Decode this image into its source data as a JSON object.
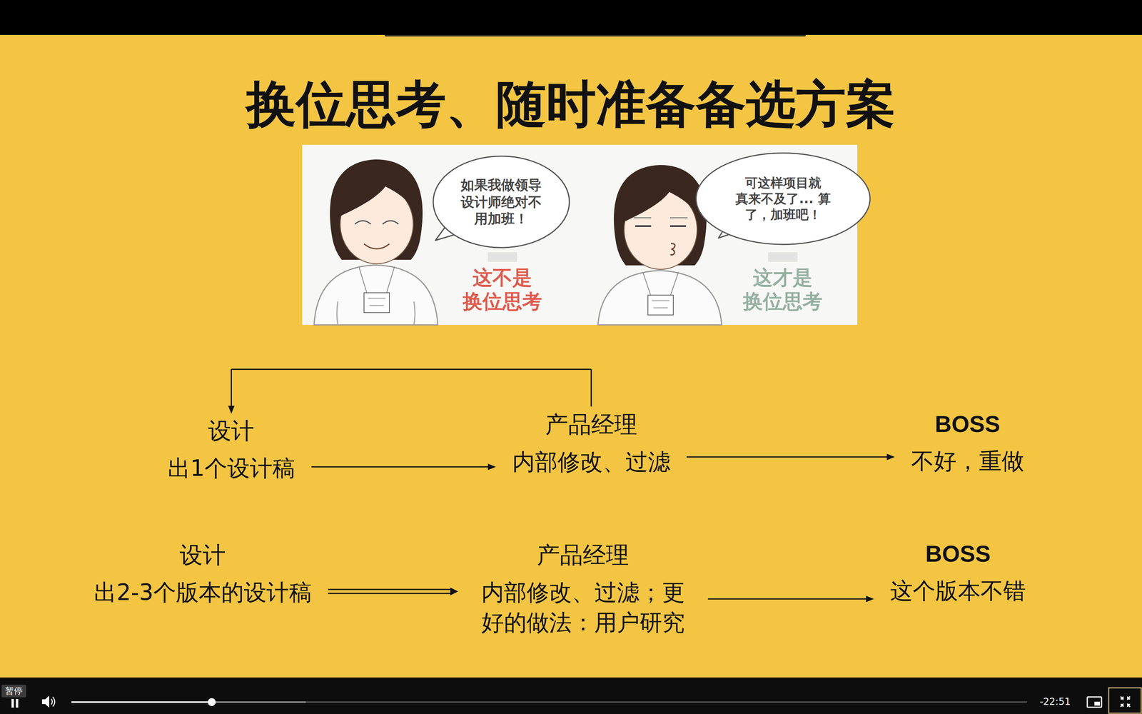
{
  "diagram": {
    "title": "换位思考、随时准备备选方案",
    "nodes": [
      {
        "text": [
          "如果我做领导 设计师绝对不 用加班！"
        ]
      },
      {
        "text": [
          "可这样项目就 真来不及了... 算 了，加班吧！"
        ]
      },
      {
        "text": [
          "设计",
          "出1个设计稿"
        ]
      },
      {
        "text": [
          "产品经理",
          "内部修改、过滤"
        ]
      },
      {
        "text": [
          "BOSS",
          "不好，重做"
        ]
      },
      {
        "text": [
          "设计",
          "出2-3个版本的设计稿"
        ]
      },
      {
        "text": [
          "产品经理",
          "内部修改、过滤；更 好的做法：用户研究"
        ]
      },
      {
        "text": [
          "BOSS",
          "这个版本不错"
        ]
      }
    ],
    "edges": [
      {
        "from": 2,
        "to": 3,
        "arrow": "to"
      },
      {
        "from": 3,
        "to": 4,
        "arrow": "to"
      },
      {
        "from": 3,
        "to": 2,
        "arrow": "to"
      },
      {
        "from": 5,
        "to": 6,
        "arrow": "to"
      },
      {
        "from": 6,
        "to": 7,
        "arrow": "to"
      }
    ],
    "labels": [
      "这不是 换位思考",
      "这才是 换位思考",
      "暂停",
      "-22:51"
    ]
  }
}
